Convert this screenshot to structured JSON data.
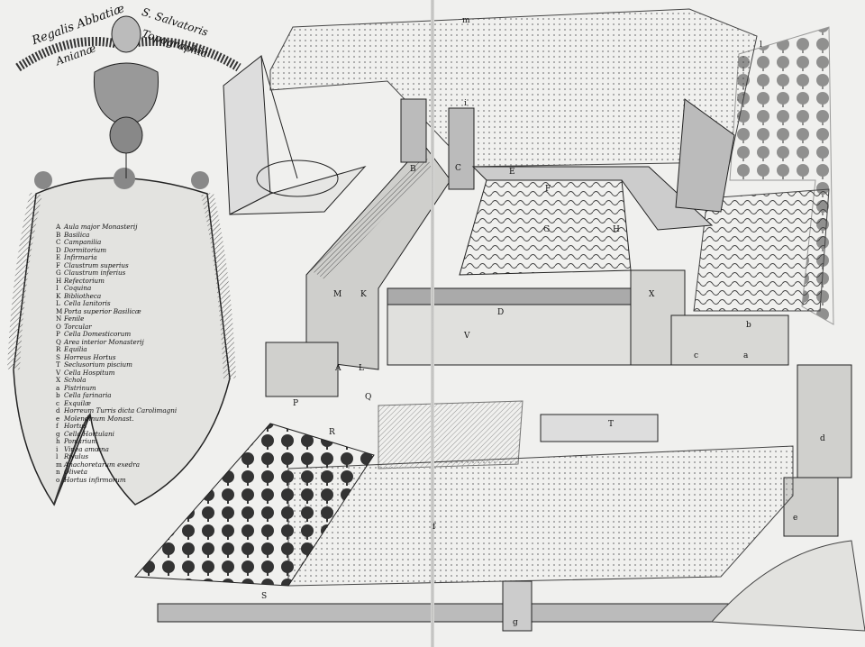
{
  "title": {
    "left_line1": "Regalis Abbatiæ",
    "left_line2": "Anianæ",
    "right_line1": "S. Salvatoris",
    "right_line2": "Topographia"
  },
  "legend": [
    {
      "key": "A",
      "text": "Aula major Monasterij"
    },
    {
      "key": "B",
      "text": "Basilica"
    },
    {
      "key": "C",
      "text": "Campanilia"
    },
    {
      "key": "D",
      "text": "Dormitorium"
    },
    {
      "key": "E",
      "text": "Infirmaria"
    },
    {
      "key": "F",
      "text": "Claustrum superius"
    },
    {
      "key": "G",
      "text": "Claustrum inferius"
    },
    {
      "key": "H",
      "text": "Refectorium"
    },
    {
      "key": "I",
      "text": "Coquina"
    },
    {
      "key": "K",
      "text": "Bibliotheca"
    },
    {
      "key": "L",
      "text": "Cella Ianitoris"
    },
    {
      "key": "M",
      "text": "Porta superior Basilicæ"
    },
    {
      "key": "N",
      "text": "Fenile"
    },
    {
      "key": "O",
      "text": "Torcular"
    },
    {
      "key": "P",
      "text": "Cella Domesticorum"
    },
    {
      "key": "Q",
      "text": "Area interior Monasterij"
    },
    {
      "key": "R",
      "text": "Equilia"
    },
    {
      "key": "S",
      "text": "Horreus Hortus"
    },
    {
      "key": "T",
      "text": "Seclusorium piscium"
    },
    {
      "key": "V",
      "text": "Cella Hospitum"
    },
    {
      "key": "X",
      "text": "Schola"
    },
    {
      "key": "a",
      "text": "Pistrinum"
    },
    {
      "key": "b",
      "text": "Cella farinaria"
    },
    {
      "key": "c",
      "text": "Exquilæ"
    },
    {
      "key": "d",
      "text": "Horreum Turris dicta Carolimagni"
    },
    {
      "key": "e",
      "text": "Molendinum Monast."
    },
    {
      "key": "f",
      "text": "Hortus"
    },
    {
      "key": "g",
      "text": "Cella Hortulani"
    },
    {
      "key": "h",
      "text": "Pomarium"
    },
    {
      "key": "i",
      "text": "Vinea amœna"
    },
    {
      "key": "l",
      "text": "Rivulus"
    },
    {
      "key": "m",
      "text": "Anachoretarum exedra"
    },
    {
      "key": "n",
      "text": "Oliveta"
    },
    {
      "key": "o",
      "text": "Hortus infirmorum"
    }
  ],
  "map_labels": {
    "A": "A",
    "B": "B",
    "C": "C",
    "D": "D",
    "E": "E",
    "F": "F",
    "G": "G",
    "H": "H",
    "K": "K",
    "L": "L",
    "M": "M",
    "P": "P",
    "Q": "Q",
    "R": "R",
    "S": "S",
    "T": "T",
    "V": "V",
    "X": "X",
    "a": "a",
    "b": "b",
    "c": "c",
    "d": "d",
    "e": "e",
    "f": "f",
    "g": "g",
    "i": "i",
    "l": "l",
    "m": "m"
  }
}
